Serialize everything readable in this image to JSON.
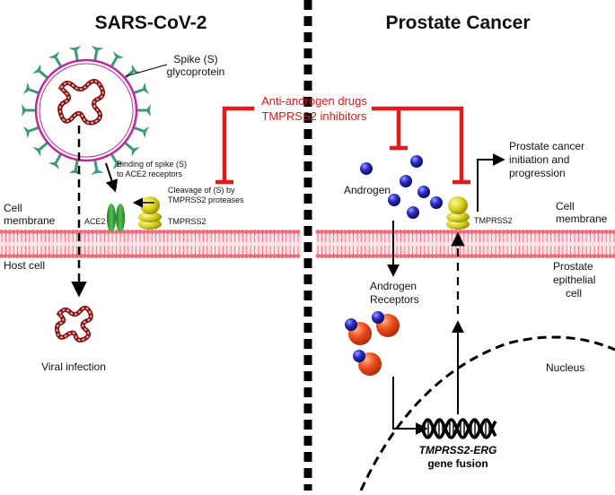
{
  "titles": {
    "left": "SARS-CoV-2",
    "right": "Prostate Cancer"
  },
  "left_panel": {
    "spike_line1": "Spike (S)",
    "spike_line2": "glycoprotein",
    "binding_line1": "Binding of spike (S)",
    "binding_line2": "to ACE2 receptors",
    "cleavage_line1": "Cleavage of (S) by",
    "cleavage_line2": "TMPRSS2 proteases",
    "cell_membrane_line1": "Cell",
    "cell_membrane_line2": "membrane",
    "ace2": "ACE2",
    "tmprss2": "TMPRSS2",
    "host_cell": "Host cell",
    "viral_infection": "Viral infection"
  },
  "drugs": {
    "line1": "Anti-androgen drugs",
    "line2": "TMPRSS2 inhibitors"
  },
  "right_panel": {
    "androgen": "Androgen",
    "tmprss2": "TMPRSS2",
    "pca_line1": "Prostate cancer",
    "pca_line2": "initiation and",
    "pca_line3": "progression",
    "cell_membrane_line1": "Cell",
    "cell_membrane_line2": "membrane",
    "prostate_line1": "Prostate",
    "prostate_line2": "epithelial",
    "prostate_line3": "cell",
    "ar_line1": "Androgen",
    "ar_line2": "Receptors",
    "nucleus": "Nucleus",
    "fusion_line1": "TMPRSS2-ERG",
    "fusion_line2": "gene fusion"
  },
  "colors": {
    "inhibition_red": "#e21b1b",
    "membrane_pink": "#f06a7a",
    "virus_green": "#3a9a78",
    "virus_envelope": "#c02a9a",
    "ace2_green": "#3fa83f",
    "tmprss2_yellow": "#d9d21e",
    "androgen_blue": "#2020b0",
    "receptor_orange": "#ee4b1c"
  }
}
